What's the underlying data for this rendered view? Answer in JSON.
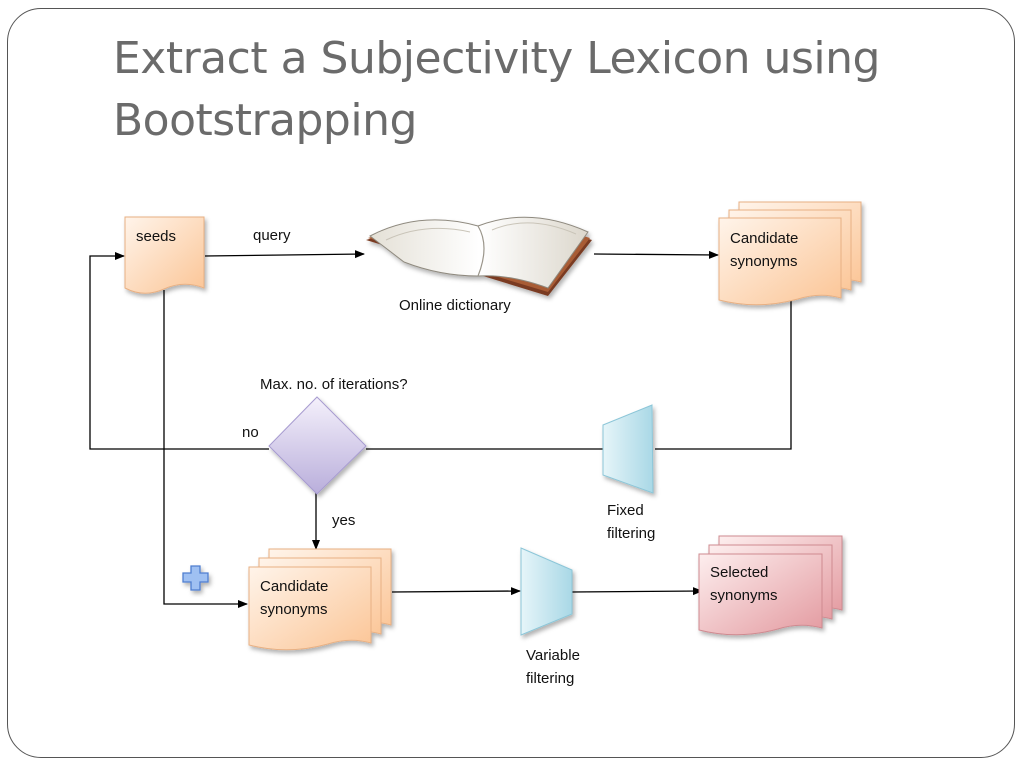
{
  "slide": {
    "title": "Extract a Subjectivity Lexicon using Bootstrapping"
  },
  "diagram": {
    "seeds": "seeds",
    "query": "query",
    "dictionary": "Online dictionary",
    "candidate_top": [
      "Candidate",
      "synonyms"
    ],
    "decision": "Max. no. of iterations?",
    "no": "no",
    "yes": "yes",
    "fixed_filter": [
      "Fixed",
      "filtering"
    ],
    "candidate_bottom": [
      "Candidate",
      "synonyms"
    ],
    "variable_filter": [
      "Variable",
      "filtering"
    ],
    "selected": [
      "Selected",
      "synonyms"
    ]
  },
  "colors": {
    "document_orange": "#fcd3ad",
    "document_pink": "#e8aaae",
    "decision_purple": "#cbc3e3",
    "filter_blue": "#bfe3ec",
    "plus_blue": "#8fb4ee",
    "title_gray": "#6b6b6b"
  }
}
